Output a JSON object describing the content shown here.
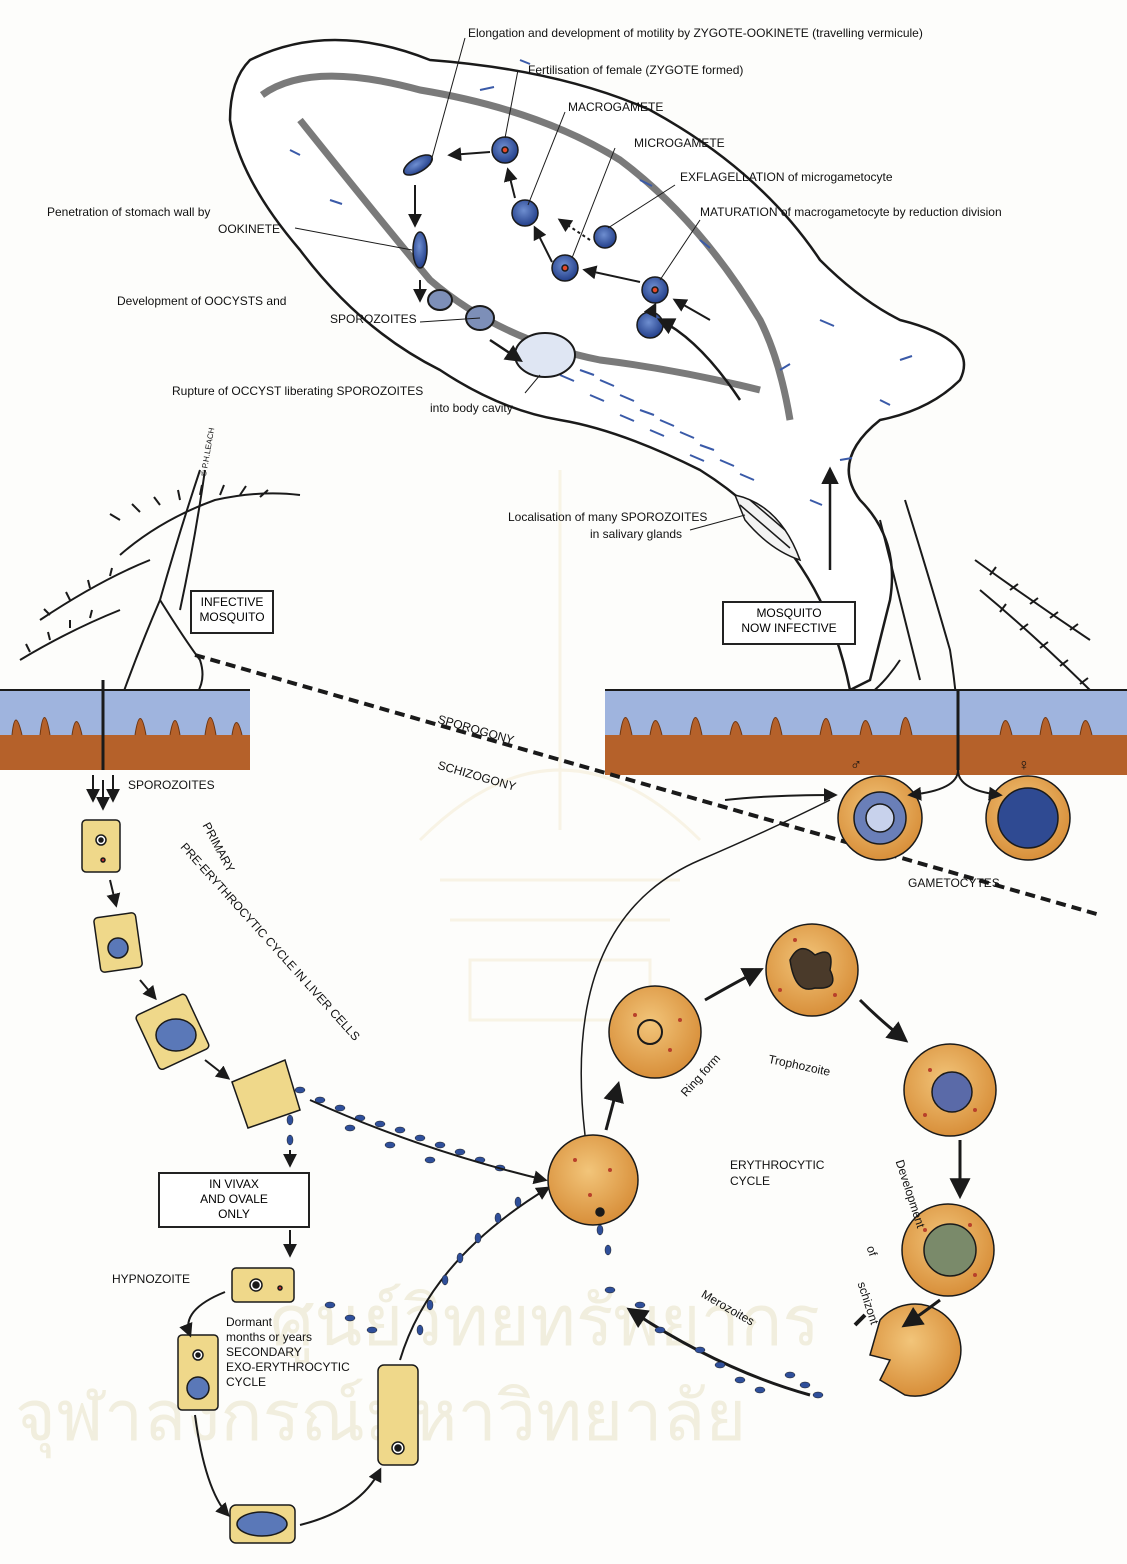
{
  "labels": {
    "elongation": "Elongation and development of motility by ZYGOTE-OOKINETE (travelling vermicule)",
    "fertilisation": "Fertilisation of female (ZYGOTE formed)",
    "macrogamete": "MACROGAMETE",
    "microgamete": "MICROGAMETE",
    "exflagellation": "EXFLAGELLATION of microgametocyte",
    "maturation": "MATURATION of macrogametocyte by reduction division",
    "penetration_1": "Penetration of stomach wall by",
    "penetration_2": "OOKINETE",
    "oocysts_1": "Development of OOCYSTS and",
    "oocysts_2": "SPOROZOITES",
    "rupture_1": "Rupture of OCCYST liberating SPOROZOITES",
    "rupture_2": "into body cavity",
    "localisation_1": "Localisation of many SPOROZOITES",
    "localisation_2": "in salivary glands",
    "infective_mosquito_1": "INFECTIVE",
    "infective_mosquito_2": "MOSQUITO",
    "now_infective_1": "MOSQUITO",
    "now_infective_2": "NOW INFECTIVE",
    "sporogony": "SPOROGONY",
    "schizogony": "SCHIZOGONY",
    "sporozoites": "SPOROZOITES",
    "primary": "PRIMARY",
    "pre_ery": "PRE-ERYTHROCYTIC CYCLE IN LIVER CELLS",
    "gametocytes": "GAMETOCYTES",
    "male_symbol": "♂",
    "female_symbol": "♀",
    "ring_form": "Ring form",
    "trophozoite": "Trophozoite",
    "development": "Development",
    "of": "of",
    "schizont": "schizont",
    "erythrocytic_1": "ERYTHROCYTIC",
    "erythrocytic_2": "CYCLE",
    "merozoites": "Merozoites",
    "vivax_1": "IN VIVAX",
    "vivax_2": "AND OVALE",
    "vivax_3": "ONLY",
    "hypnozoite": "HYPNOZOITE",
    "dormant_1": "Dormant",
    "dormant_2": "months or years",
    "dormant_3": "SECONDARY",
    "dormant_4": "EXO-ERYTHROCYTIC",
    "dormant_5": "CYCLE",
    "artist_signature": "© P.H.LEACH",
    "watermark_thai_1": "ศูนย์วิทยทรัพยากร",
    "watermark_thai_2": "จุฬาลงกรณ์มหาวิทยาลัย"
  },
  "colors": {
    "skin": "#8fa7d6",
    "dermis": "#b5612a",
    "cell": "#efd88a",
    "rbc": "#e0a24a",
    "parasite": "#2f4f9a",
    "ink": "#1a1a1a"
  }
}
